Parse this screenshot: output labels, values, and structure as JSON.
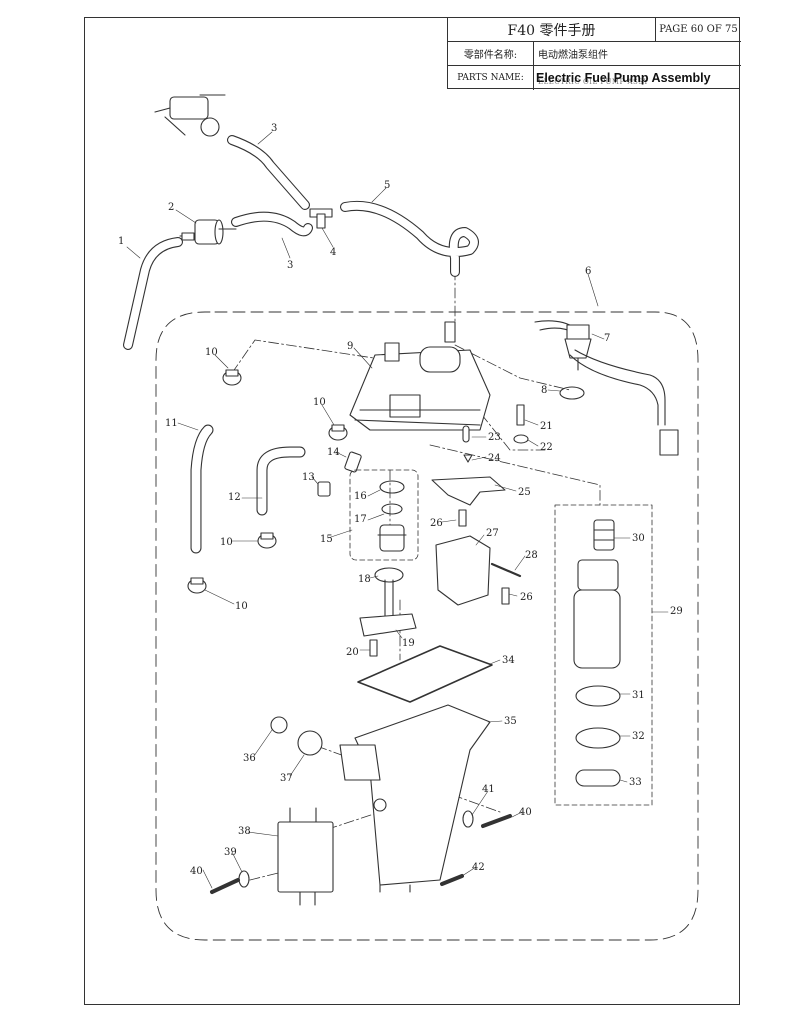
{
  "header": {
    "manual_title": "F40 零件手册",
    "page": "PAGE 60 OF 75",
    "parts_name_cn_label": "零部件名称:",
    "parts_name_cn_value": "电动燃油泵组件",
    "parts_name_en_label": "PARTS NAME:",
    "parts_name_en_value": "Electric Fuel Pump Assembly",
    "parts_name_en_underlay": "ELECTRIC OIL PUMP ASSY"
  },
  "callouts": {
    "c1": "1",
    "c2": "2",
    "c3a": "3",
    "c3b": "3",
    "c4": "4",
    "c5": "5",
    "c6": "6",
    "c7": "7",
    "c8": "8",
    "c9": "9",
    "c10a": "10",
    "c10b": "10",
    "c10c": "10",
    "c10d": "10",
    "c11": "11",
    "c12": "12",
    "c13": "13",
    "c14": "14",
    "c15": "15",
    "c16": "16",
    "c17": "17",
    "c18": "18",
    "c19": "19",
    "c20": "20",
    "c21": "21",
    "c22": "22",
    "c23": "23",
    "c24": "24",
    "c25": "25",
    "c26a": "26",
    "c26b": "26",
    "c27": "27",
    "c28": "28",
    "c29": "29",
    "c30": "30",
    "c31": "31",
    "c32": "32",
    "c33": "33",
    "c34": "34",
    "c35": "35",
    "c36": "36",
    "c37": "37",
    "c38": "38",
    "c39": "39",
    "c40a": "40",
    "c40b": "40",
    "c41": "41",
    "c42": "42"
  }
}
